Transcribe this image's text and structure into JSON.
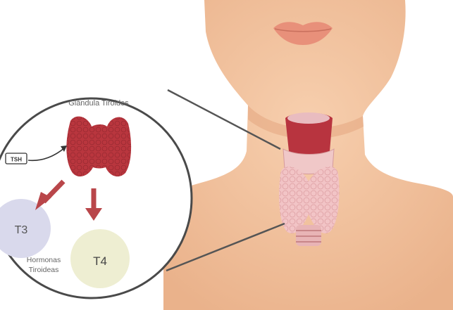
{
  "labels": {
    "gland_title": "Glándula Tiroides",
    "tsh": "TSH",
    "t3": "T3",
    "t4": "T4",
    "hormones_line1": "Hormonas",
    "hormones_line2": "Tiroideas"
  },
  "colors": {
    "skin": "#f5c9a6",
    "skin_shadow": "#ecb48d",
    "lips": "#e8907a",
    "gland_red": "#b9363e",
    "gland_pink": "#f2c4c6",
    "arrow_red": "#b9464a",
    "t3_fill": "#d9d9ec",
    "t4_fill": "#eeeed2",
    "zoom_line": "#555555"
  }
}
